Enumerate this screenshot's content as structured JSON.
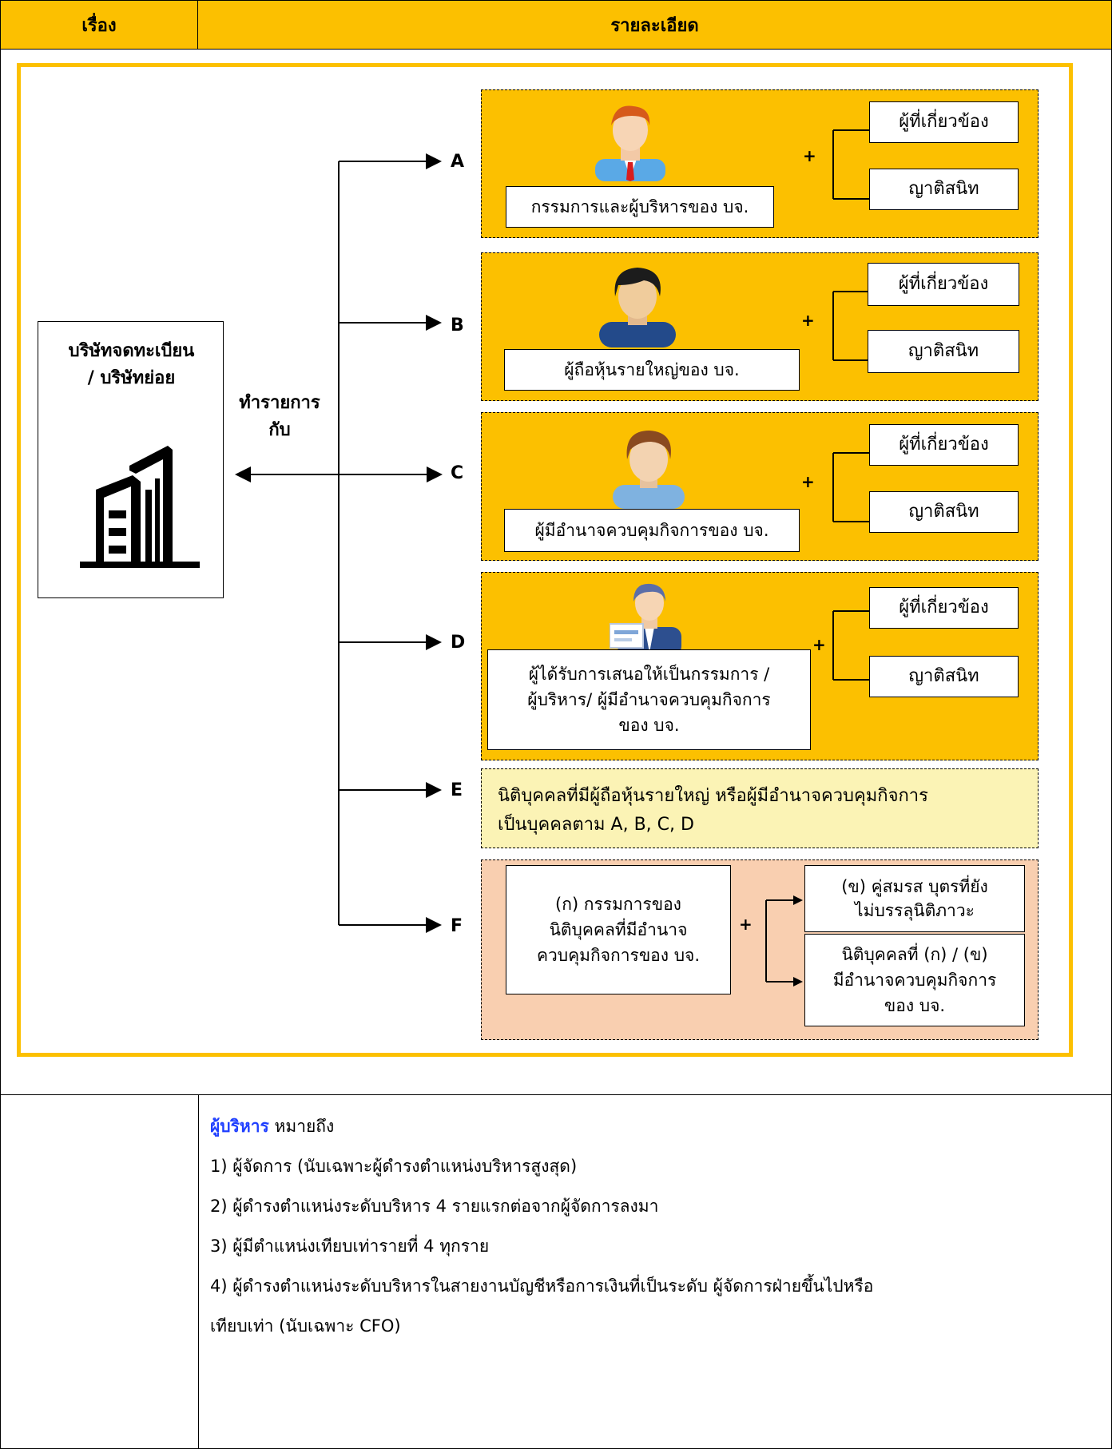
{
  "header": {
    "col1": "เรื่อง",
    "col2": "รายละเอียด"
  },
  "diagram": {
    "entity": {
      "line1": "บริษัทจดทะเบียน",
      "line2": "/ บริษัทย่อย",
      "icon": "building-icon"
    },
    "transact": {
      "line1": "ทำรายการ",
      "line2": "กับ"
    },
    "groups": [
      {
        "letter": "A",
        "label": "กรรมการและผู้บริหารของ บจ.",
        "icon": "person-tie-icon",
        "related": "ผู้ที่เกี่ยวข้อง",
        "relatives": "ญาติสนิท",
        "plus": "+"
      },
      {
        "letter": "B",
        "label": "ผู้ถือหุ้นรายใหญ่ของ บจ.",
        "icon": "person-icon",
        "related": "ผู้ที่เกี่ยวข้อง",
        "relatives": "ญาติสนิท",
        "plus": "+"
      },
      {
        "letter": "C",
        "label": "ผู้มีอำนาจควบคุมกิจการของ บจ.",
        "icon": "person-icon",
        "related": "ผู้ที่เกี่ยวข้อง",
        "relatives": "ญาติสนิท",
        "plus": "+"
      },
      {
        "letter": "D",
        "label_l1": "ผู้ได้รับการเสนอให้เป็นกรรมการ /",
        "label_l2": "ผู้บริหาร/ ผู้มีอำนาจควบคุมกิจการ",
        "label_l3": "ของ บจ.",
        "icon": "person-card-icon",
        "related": "ผู้ที่เกี่ยวข้อง",
        "relatives": "ญาติสนิท",
        "plus": "+"
      }
    ],
    "E": {
      "letter": "E",
      "line1": "นิติบุคคลที่มีผู้ถือหุ้นรายใหญ่ หรือผู้มีอำนาจควบคุมกิจการ",
      "line2": "เป็นบุคคลตาม A, B, C, D"
    },
    "F": {
      "letter": "F",
      "left_l1": "(ก) กรรมการของ",
      "left_l2": "นิติบุคคลที่มีอำนาจ",
      "left_l3": "ควบคุมกิจการของ บจ.",
      "plus": "+",
      "top_l1": "(ข) คู่สมรส บุตรที่ยัง",
      "top_l2": "ไม่บรรลุนิติภาวะ",
      "bottom_l1": "นิติบุคคลที่ (ก) / (ข)",
      "bottom_l2": "มีอำนาจควบคุมกิจการ",
      "bottom_l3": "ของ บจ."
    }
  },
  "definition": {
    "term": "ผู้บริหาร",
    "means": " หมายถึง",
    "items": [
      "1) ผู้จัดการ (นับเฉพาะผู้ดำรงตำแหน่งบริหารสูงสุด)",
      "2) ผู้ดำรงตำแหน่งระดับบริหาร 4 รายแรกต่อจากผู้จัดการลงมา",
      "3) ผู้มีตำแหน่งเทียบเท่ารายที่ 4 ทุกราย",
      "4) ผู้ดำรงตำแหน่งระดับบริหารในสายงานบัญชีหรือการเงินที่เป็นระดับ ผู้จัดการฝ่ายขึ้นไปหรือ",
      "เทียบเท่า (นับเฉพาะ CFO)"
    ]
  },
  "colors": {
    "header": "#fcc000",
    "orange": "#fcc000",
    "yellow": "#fbf3b5",
    "peach": "#f9cfb0",
    "link": "#1f3fff"
  }
}
